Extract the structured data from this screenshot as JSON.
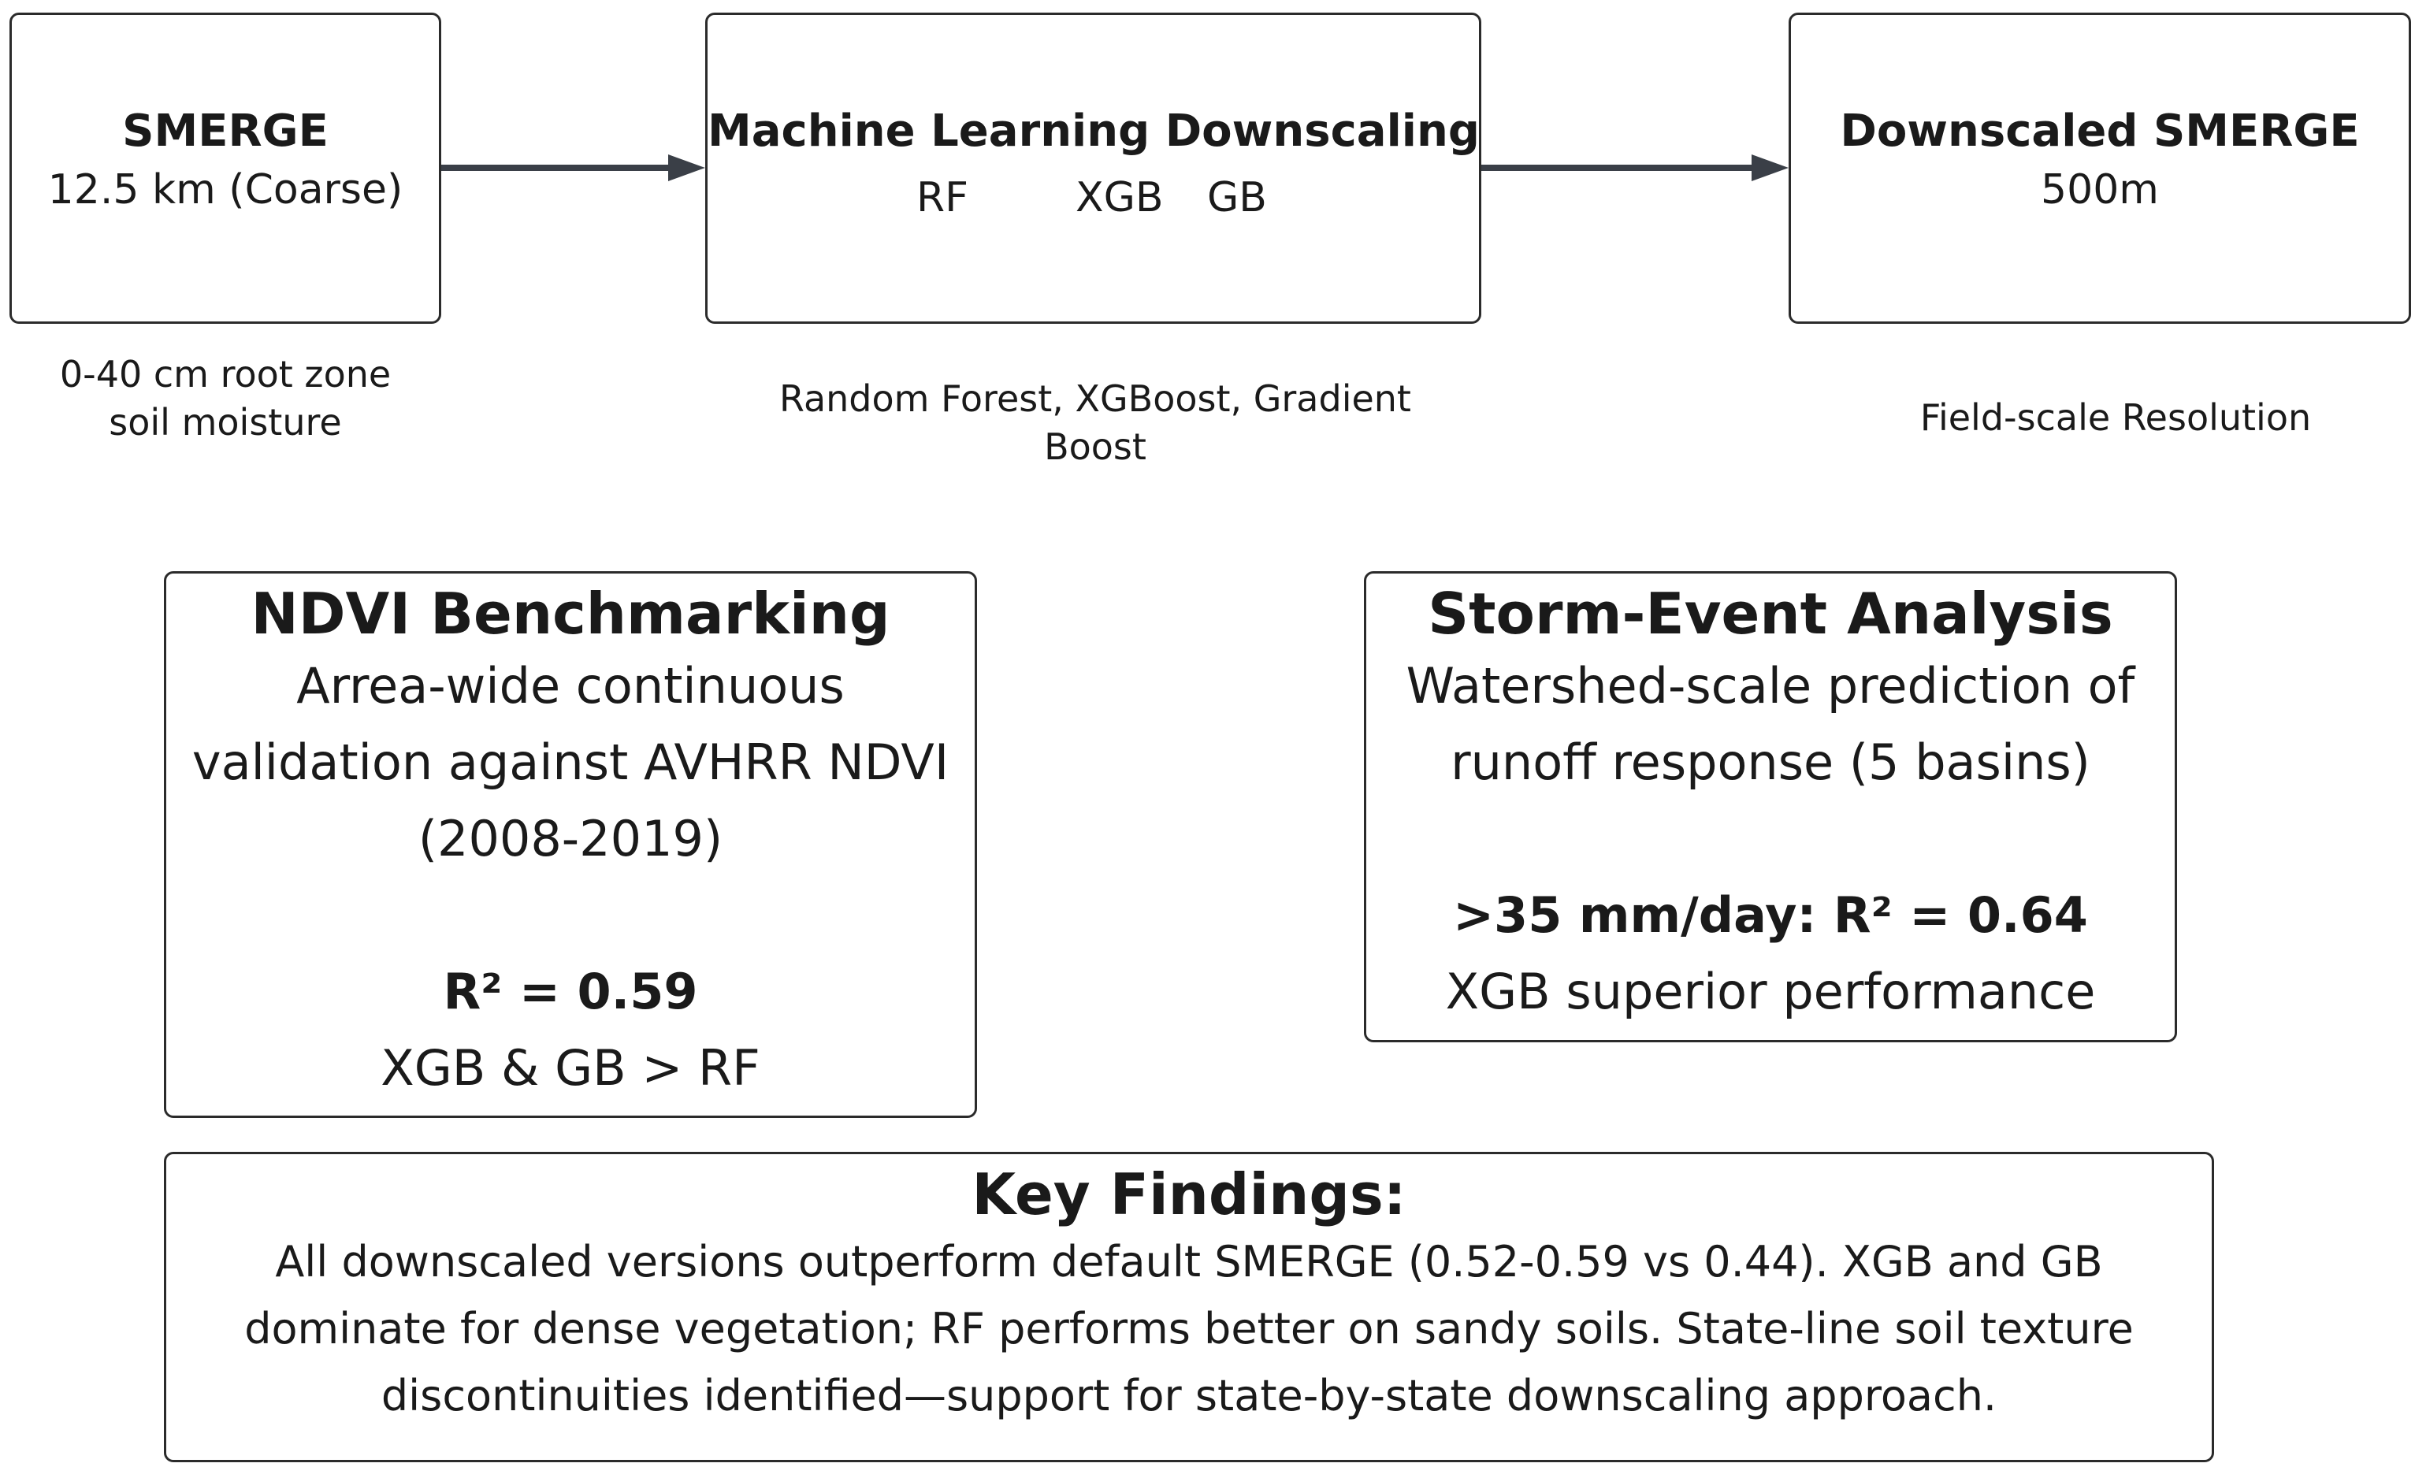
{
  "flow": {
    "source": {
      "title": "SMERGE",
      "subtitle": "12.5 km (Coarse)",
      "caption": "0-40 cm root zone soil moisture"
    },
    "ml": {
      "title": "Machine Learning Downscaling",
      "models": [
        "RF",
        "XGB",
        "GB"
      ],
      "caption": "Random Forest, XGBoost, Gradient Boost"
    },
    "output": {
      "title": "Downscaled SMERGE",
      "subtitle": "500m",
      "caption": "Field-scale Resolution"
    }
  },
  "ndvi": {
    "title": "NDVI Benchmarking",
    "description": "Arrea-wide continuous validation against AVHRR NDVI (2008-2019)",
    "metric": "R² = 0.59",
    "note": "XGB & GB > RF"
  },
  "storm": {
    "title": "Storm-Event Analysis",
    "description": "Watershed-scale prediction of runoff response (5 basins)",
    "metric": ">35 mm/day: R² = 0.64",
    "note": "XGB superior performance"
  },
  "findings": {
    "title": "Key Findings:",
    "text": "All downscaled versions outperform default SMERGE (0.52-0.59 vs 0.44). XGB and GB dominate for dense vegetation; RF performs better on sandy soils. State-line soil texture discontinuities identified—support for state-by-state downscaling approach."
  },
  "colors": {
    "border": "#2b2b2b",
    "arrow": "#3a3f47",
    "text": "#1a1a1a"
  }
}
